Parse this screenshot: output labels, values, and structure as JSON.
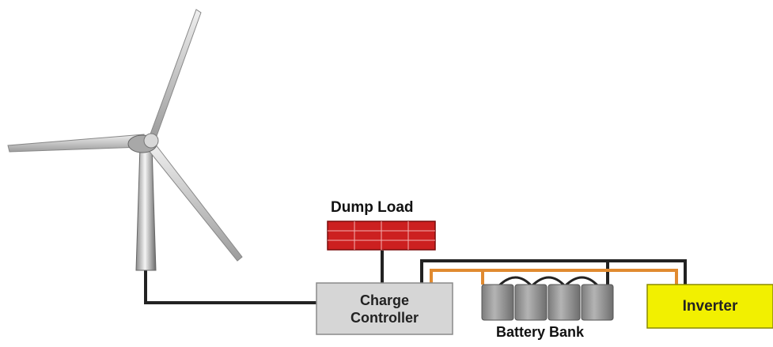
{
  "diagram": {
    "labels": {
      "dump_load": "Dump Load",
      "charge_controller_line1": "Charge",
      "charge_controller_line2": "Controller",
      "battery_bank": "Battery Bank",
      "inverter": "Inverter"
    },
    "colors": {
      "dump_load": "#cc2020",
      "controller": "#d6d6d6",
      "battery": "#9a9a9a",
      "inverter": "#f2f000",
      "wire_dark": "#222222",
      "wire_orange": "#e08a30",
      "turbine": "#c8c8c8"
    }
  }
}
